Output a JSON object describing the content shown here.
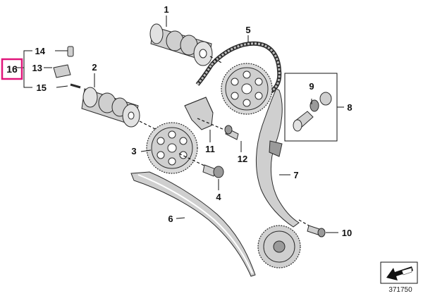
{
  "diagram": {
    "labels": {
      "p1": "1",
      "p2": "2",
      "p3": "3",
      "p4": "4",
      "p5": "5",
      "p6": "6",
      "p7": "7",
      "p8": "8",
      "p9": "9",
      "p10": "10",
      "p11": "11",
      "p12": "12",
      "p13": "13",
      "p14": "14",
      "p15": "15",
      "p16": "16"
    },
    "highlight_color": "#e0157a",
    "part_color": "#cfcfcf",
    "outline_color": "#2b2b2b"
  },
  "footer": {
    "diagram_number": "371750",
    "nav_icon": "arrow-left-icon"
  }
}
